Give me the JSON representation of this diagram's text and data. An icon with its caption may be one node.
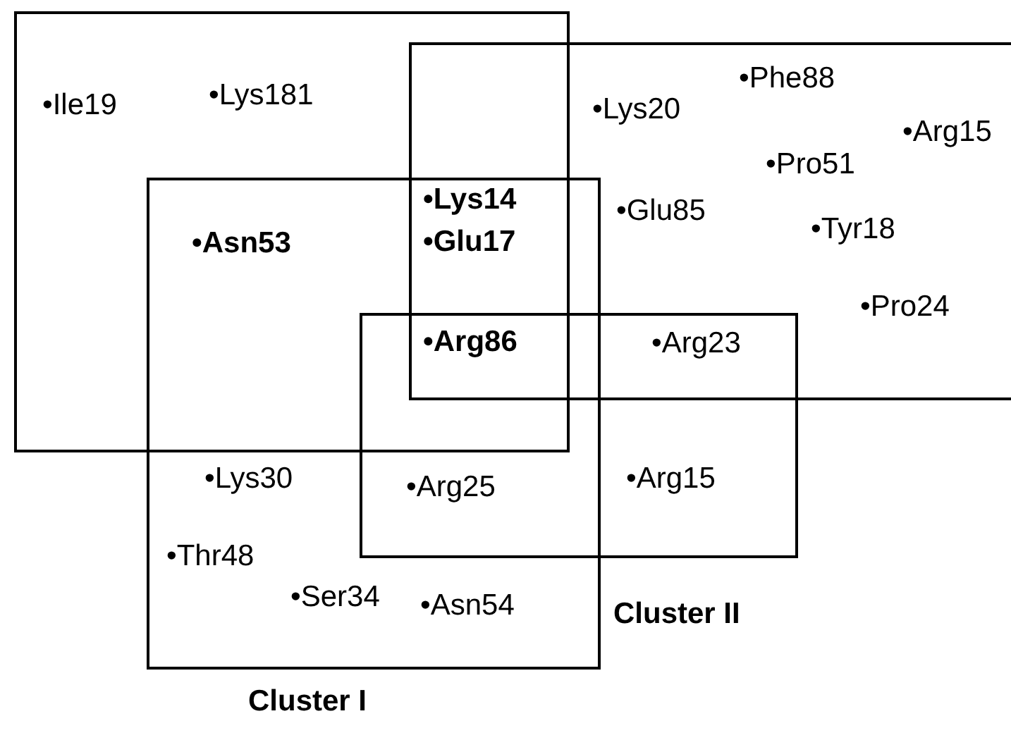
{
  "diagram": {
    "nodes": [
      {
        "text": [],
        "shape": "box"
      },
      {
        "text": [],
        "shape": "box"
      },
      {
        "text": [
          "Cluster I"
        ]
      },
      {
        "text": [
          "Cluster II"
        ]
      }
    ],
    "labels": [
      "•Ile19",
      "•Lys181",
      "•Phe88",
      "•Lys20",
      "•Arg15",
      "•Pro51",
      "•Lys14",
      "•Glu85",
      "•Asn53",
      "•Tyr18",
      "•Glu17",
      "•Pro24",
      "•Arg86",
      "•Arg23",
      "•Lys30",
      "•Arg15",
      "•Arg25",
      "•Thr48",
      "•Ser34",
      "•Asn54"
    ]
  }
}
